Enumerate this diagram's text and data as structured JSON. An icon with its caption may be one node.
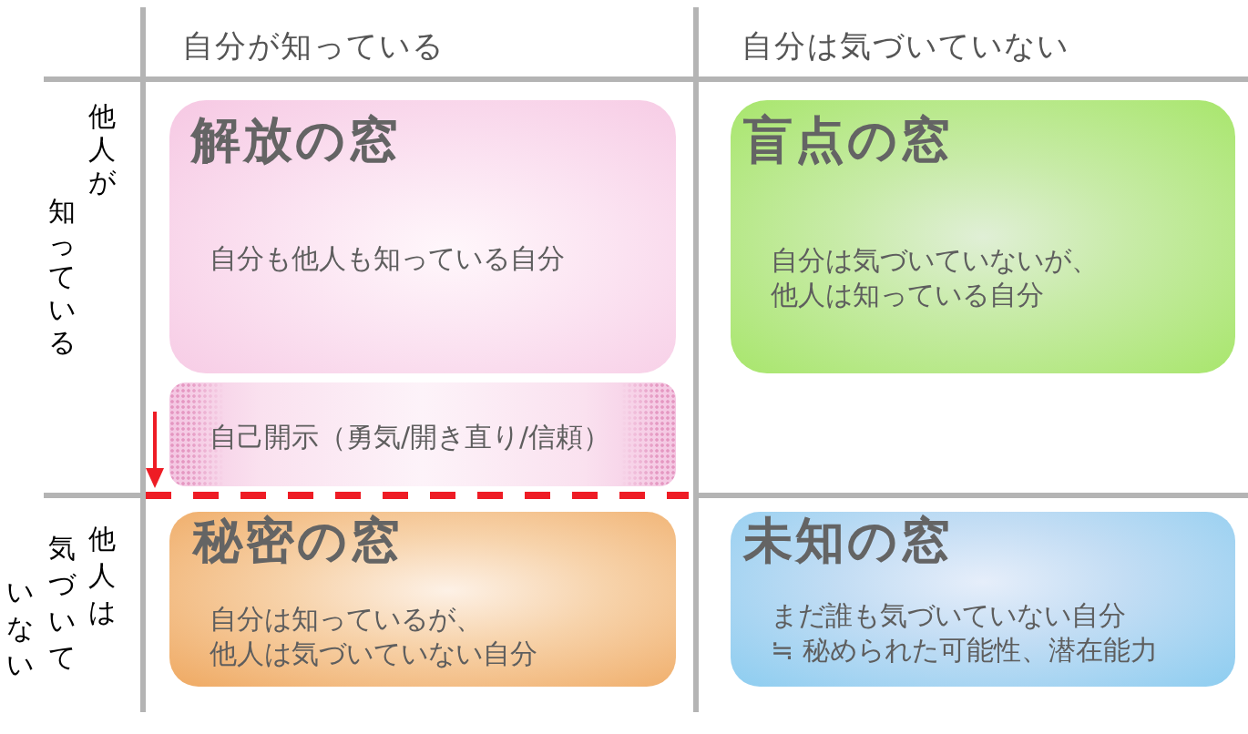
{
  "diagram": {
    "nodes": [
      {
        "text": [
          "解放の窓",
          "自分も他人も知っている自分"
        ]
      },
      {
        "text": [
          "盲点の窓",
          "自分は気づいていないが、他人は知っている自分"
        ]
      },
      {
        "text": [
          "自己開示（勇気/開き直り/信頼）"
        ]
      },
      {
        "text": [
          "秘密の窓",
          "自分は知っているが、他人は気づいていない自分"
        ]
      },
      {
        "text": [
          "未知の窓",
          "まだ誰も気づいていない自分≒ 秘められた可能性、潜在能力"
        ]
      }
    ],
    "labels": [
      "自分が知っている",
      "自分は気づいていない",
      "他人が知っている",
      "他人は気づいていない"
    ]
  }
}
